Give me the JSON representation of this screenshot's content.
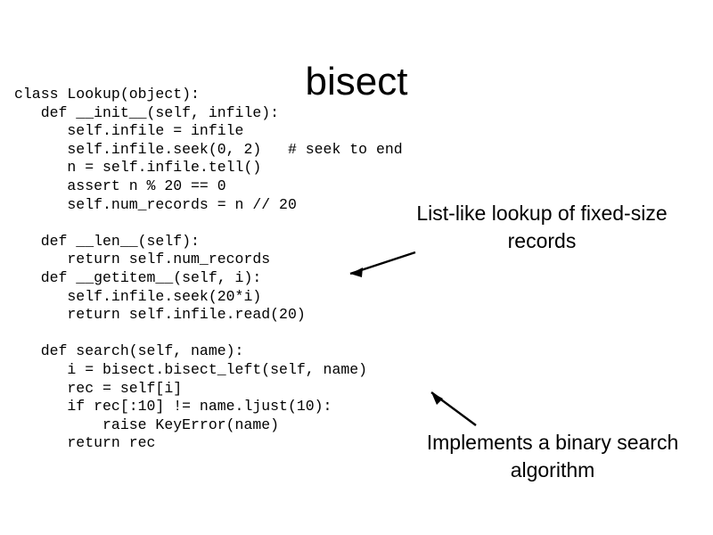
{
  "slide": {
    "title": "bisect",
    "code": "class Lookup(object):\n   def __init__(self, infile):\n      self.infile = infile\n      self.infile.seek(0, 2)   # seek to end\n      n = self.infile.tell()\n      assert n % 20 == 0\n      self.num_records = n // 20\n\n   def __len__(self):\n      return self.num_records\n   def __getitem__(self, i):\n      self.infile.seek(20*i)\n      return self.infile.read(20)\n\n   def search(self, name):\n      i = bisect.bisect_left(self, name)\n      rec = self[i]\n      if rec[:10] != name.ljust(10):\n          raise KeyError(name)\n      return rec",
    "callouts": [
      {
        "text": "List-like lookup of fixed-size records"
      },
      {
        "text": "Implements a binary search algorithm"
      }
    ],
    "colors": {
      "text": "#000000",
      "background": "#ffffff"
    }
  }
}
